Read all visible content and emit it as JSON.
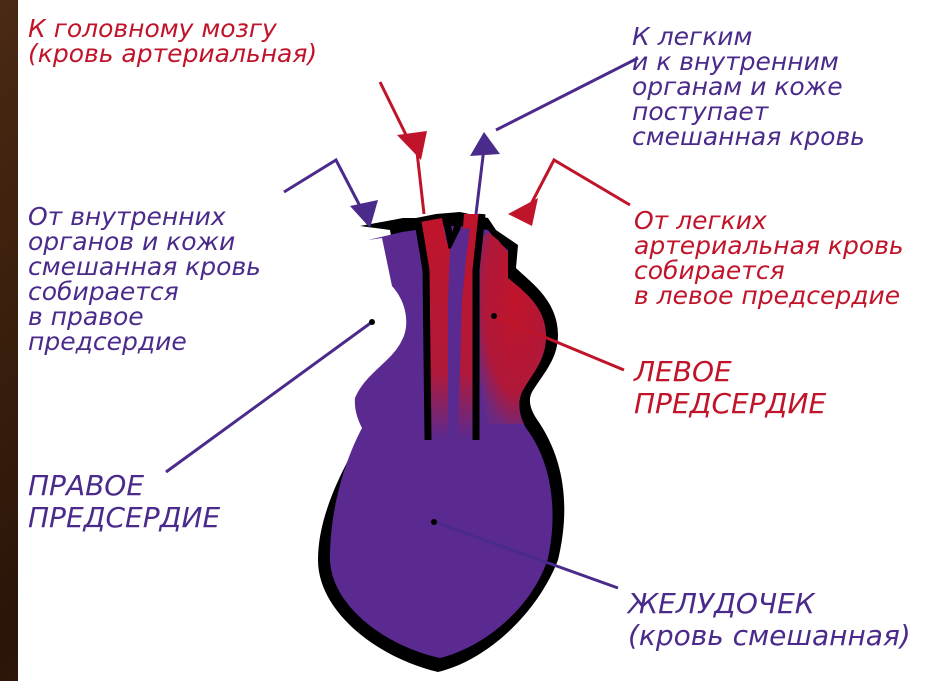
{
  "colors": {
    "venous": "#5a2a90",
    "arterial": "#c0142a",
    "outline": "#000000",
    "label_purple": "#4a2a8a",
    "label_red": "#c0142a",
    "background_frame": "#3a1e0c",
    "panel": "#ffffff"
  },
  "labels": {
    "to_brain": "К головному мозгу\n(кровь артериальная)",
    "to_lungs": "К легким\nи к внутренним\nорганам и коже\nпоступает\nсмешанная кровь",
    "from_organs": "От внутренних\nорганов и кожи\nсмешанная кровь\nсобирается\nв правое\nпредсердие",
    "from_lungs": "От легких\nартериальная кровь\nсобирается\nв левое предсердие",
    "left_atrium": "ЛЕВОЕ\nПРЕДСЕРДИЕ",
    "right_atrium": "ПРАВОЕ\nПРЕДСЕРДИЕ",
    "ventricle": "ЖЕЛУДОЧЕК\n(кровь смешанная)"
  }
}
